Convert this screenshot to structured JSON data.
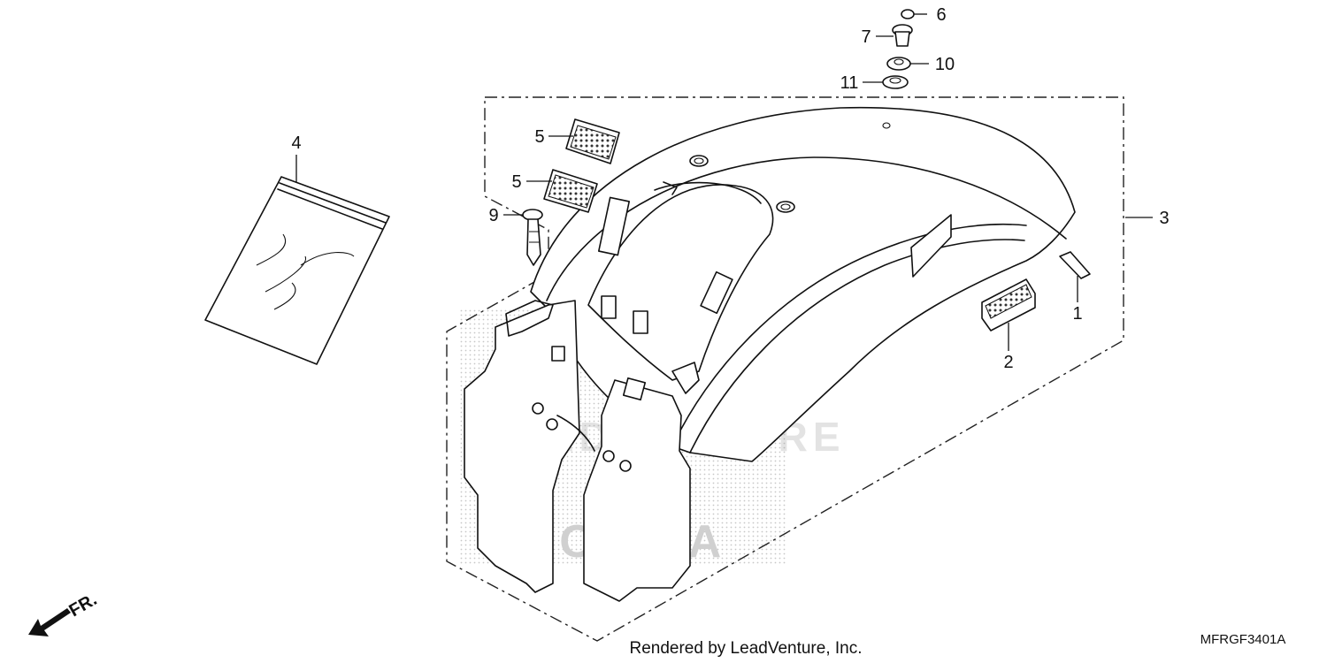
{
  "diagram": {
    "callouts": [
      {
        "id": "c1",
        "label": "1"
      },
      {
        "id": "c2",
        "label": "2"
      },
      {
        "id": "c3",
        "label": "3"
      },
      {
        "id": "c4",
        "label": "4"
      },
      {
        "id": "c5a",
        "label": "5"
      },
      {
        "id": "c5b",
        "label": "5"
      },
      {
        "id": "c6",
        "label": "6"
      },
      {
        "id": "c7",
        "label": "7"
      },
      {
        "id": "c9",
        "label": "9"
      },
      {
        "id": "c10",
        "label": "10"
      },
      {
        "id": "c11",
        "label": "11"
      }
    ],
    "direction_label": "FR.",
    "footer_text": "Rendered by LeadVenture, Inc.",
    "diagram_code": "MFRGF3401A",
    "watermark": {
      "brand": "LEADVENTURE",
      "maker": "HONDA"
    }
  }
}
